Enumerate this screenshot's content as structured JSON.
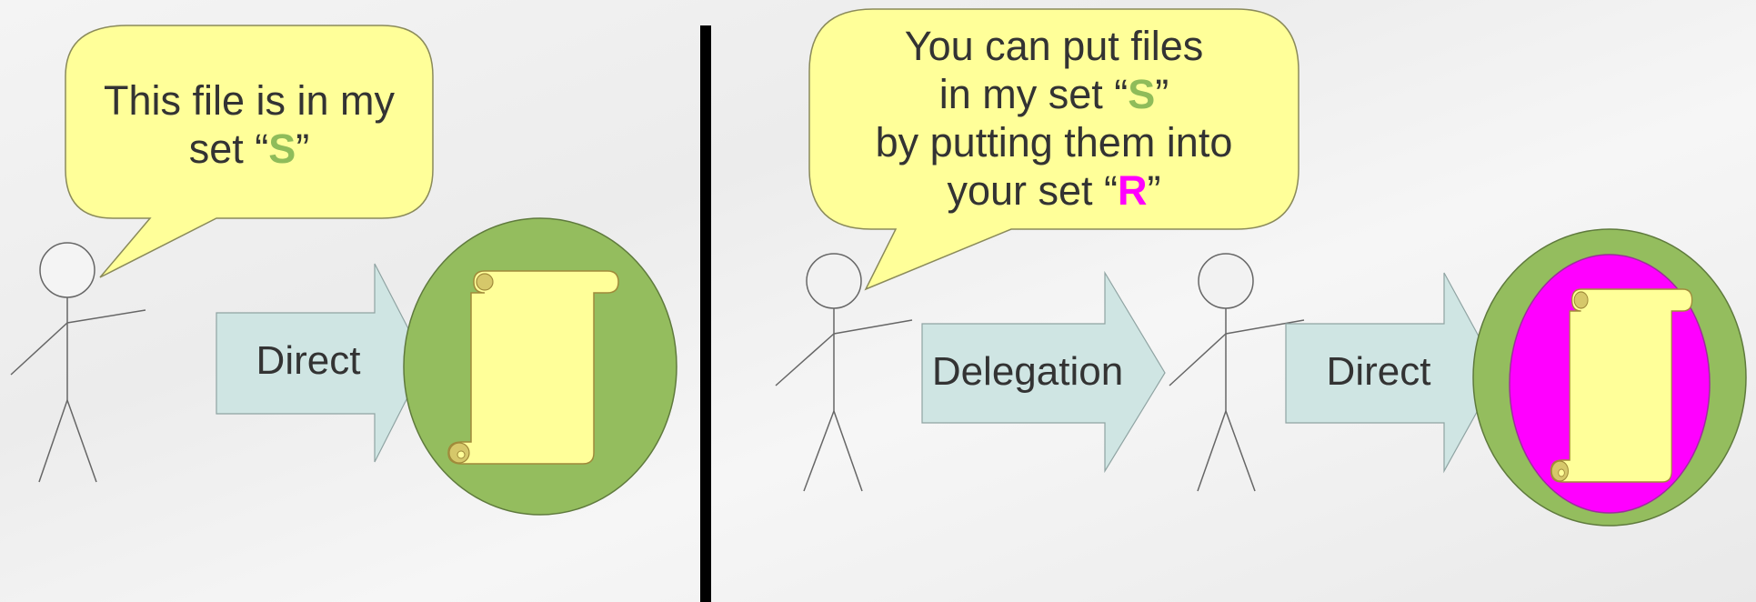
{
  "left_panel": {
    "bubble": {
      "line1": "This file is in my",
      "line2_prefix": "set “",
      "line2_set": "S",
      "line2_suffix": "”"
    },
    "arrow_label": "Direct"
  },
  "right_panel": {
    "bubble": {
      "line1": "You can put files",
      "line2_prefix": "in my set “",
      "line2_set": "S",
      "line2_suffix": "”",
      "line3": "by putting them into",
      "line4_prefix": "your set “",
      "line4_set": "R",
      "line4_suffix": "”"
    },
    "arrow1_label": "Delegation",
    "arrow2_label": "Direct"
  },
  "colors": {
    "set_s": "#8fbc5a",
    "set_r": "#ff00ff",
    "bubble_fill": "#ffff99",
    "arrow_fill": "#cfe5e3",
    "circle_green": "#94bd5e"
  }
}
